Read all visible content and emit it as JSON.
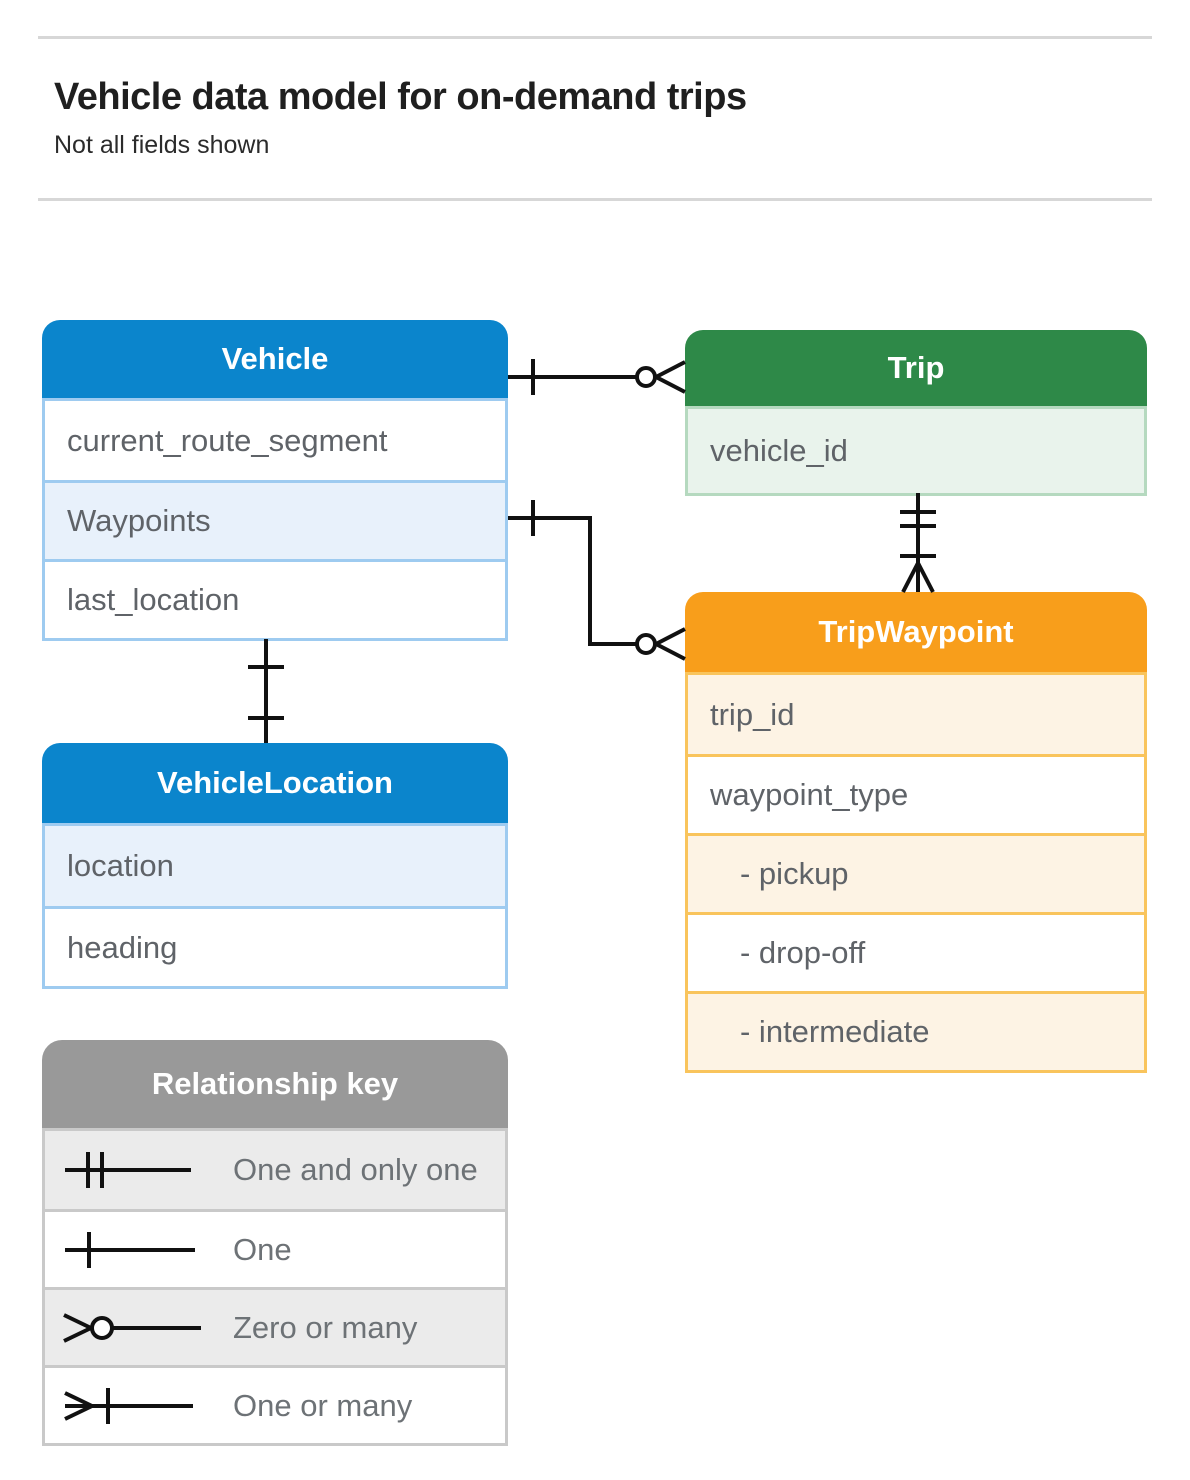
{
  "page": {
    "title": "Vehicle data model for on-demand trips",
    "subtitle": "Not all fields shown"
  },
  "tables": {
    "vehicle": {
      "title": "Vehicle",
      "fields": [
        "current_route_segment",
        "Waypoints",
        "last_location"
      ]
    },
    "trip": {
      "title": "Trip",
      "fields": [
        "vehicle_id"
      ]
    },
    "trip_waypoint": {
      "title": "TripWaypoint",
      "fields": [
        "trip_id",
        "waypoint_type",
        "- pickup",
        "- drop-off",
        "- intermediate"
      ]
    },
    "vehicle_location": {
      "title": "VehicleLocation",
      "fields": [
        "location",
        "heading"
      ]
    }
  },
  "legend": {
    "title": "Relationship key",
    "items": [
      {
        "symbol": "one-and-only-one",
        "label": "One and only one"
      },
      {
        "symbol": "one",
        "label": "One"
      },
      {
        "symbol": "zero-or-many",
        "label": "Zero or many"
      },
      {
        "symbol": "one-or-many",
        "label": "One or many"
      }
    ]
  },
  "connections": [
    {
      "from": "Vehicle",
      "to": "Trip",
      "from_cardinality": "One",
      "to_cardinality": "Zero or many"
    },
    {
      "from": "Vehicle.Waypoints",
      "to": "TripWaypoint",
      "from_cardinality": "One",
      "to_cardinality": "Zero or many"
    },
    {
      "from": "Trip",
      "to": "TripWaypoint",
      "from_cardinality": "One and only one",
      "to_cardinality": "One or many"
    },
    {
      "from": "Vehicle",
      "to": "VehicleLocation",
      "from_cardinality": "One",
      "to_cardinality": "One"
    }
  ],
  "colors": {
    "blue_header": "#0b85cc",
    "blue_tint": "#e8f1fb",
    "blue_border": "#9ecbf0",
    "green_header": "#2e8948",
    "green_tint": "#e9f3ec",
    "green_border": "#b5d9bf",
    "orange_header": "#f89e1b",
    "orange_tint": "#fdf3e4",
    "orange_border": "#f9c45c",
    "gray_header": "#999999",
    "gray_tint": "#ebebeb",
    "gray_border": "#c9c9c9",
    "line_color": "#111111",
    "text_dark": "#1f1f1f",
    "text_field": "#5f6368"
  }
}
